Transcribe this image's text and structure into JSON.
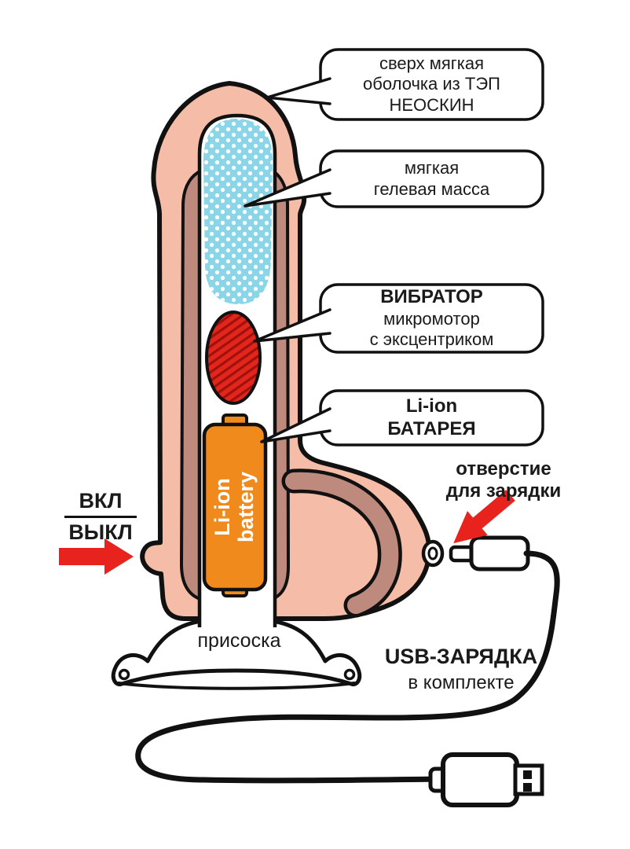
{
  "callouts": {
    "shell": {
      "l1": "сверх мягкая",
      "l2": "оболочка из ТЭП",
      "l3": "НЕОСКИН"
    },
    "gel": {
      "l1": "мягкая",
      "l2": "гелевая масса"
    },
    "vibrator": {
      "t": "ВИБРАТОР",
      "l1": "микромотор",
      "l2": "с эксцентриком"
    },
    "battery": {
      "t1": "Li-ion",
      "t2": "БАТАРЕЯ"
    }
  },
  "switch": {
    "on": "ВКЛ",
    "off": "ВЫКЛ"
  },
  "charging": {
    "l1": "отверстие",
    "l2": "для зарядки"
  },
  "suction": {
    "label": "присоска"
  },
  "usb": {
    "l1": "USB-ЗАРЯДКА",
    "l2": "в комплекте"
  },
  "battery_print": {
    "l1": "Li-ion",
    "l2": "battery"
  },
  "colors": {
    "skin": "#F5BCA7",
    "inner": "#BE8A7E",
    "gel": "#8AD6E8",
    "motor": "#E3251C",
    "motor_hatch": "#9E120E",
    "battery": "#F08A1D",
    "arrow": "#E8231E",
    "outline": "#111111"
  }
}
